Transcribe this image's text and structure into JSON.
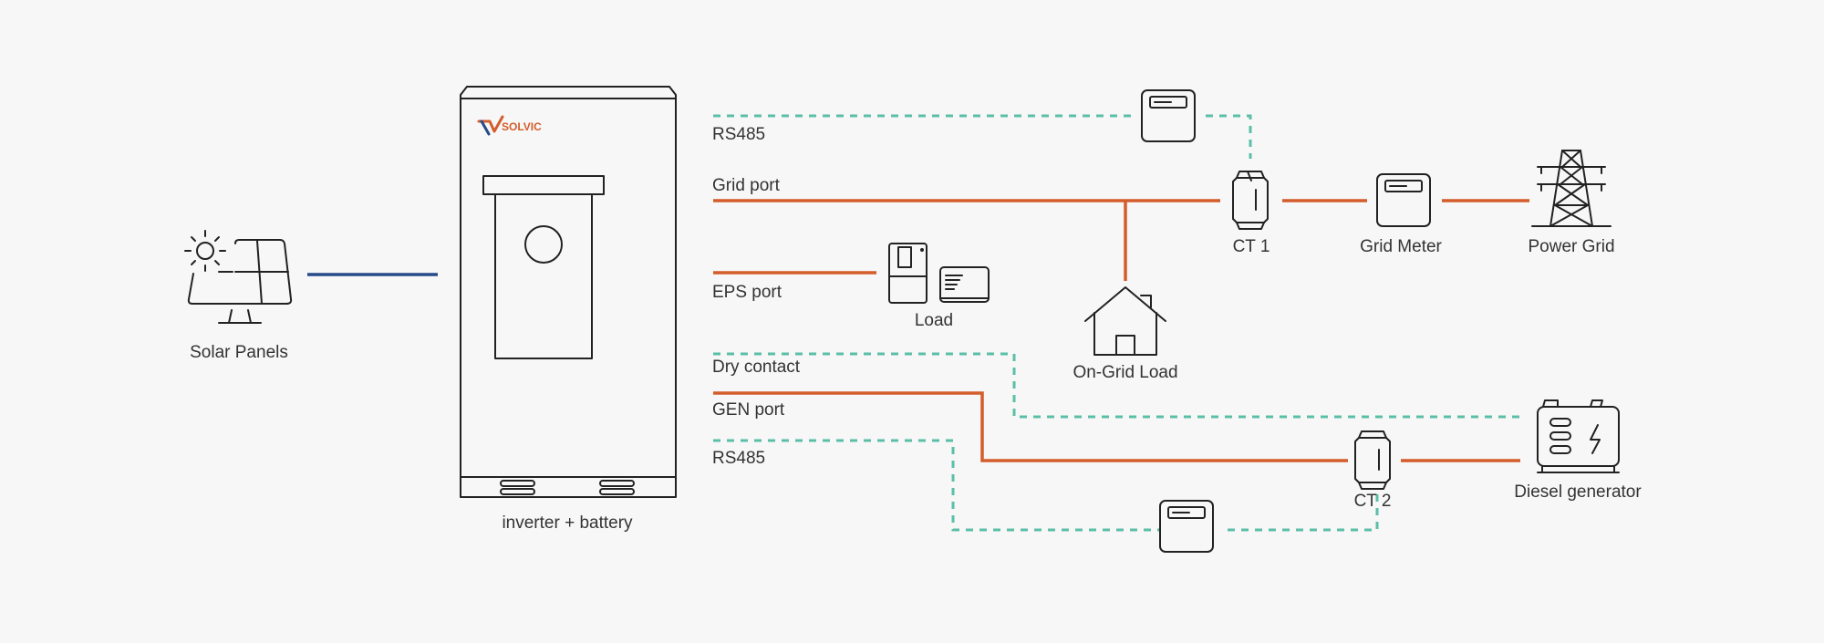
{
  "colors": {
    "background": "#f7f7f7",
    "power_line": "#d45d2c",
    "comm_line": "#5bbfa8",
    "dc_line": "#274a8a",
    "outline": "#222222",
    "brand": "#d45d2c"
  },
  "brand": {
    "logo_text": "SOLVIC"
  },
  "devices": {
    "solar": {
      "label": "Solar Panels",
      "icon": "solar-panel-icon"
    },
    "inverter": {
      "label": "inverter + battery",
      "icon": "inverter-battery-icon"
    },
    "load": {
      "label": "Load",
      "icon": "appliance-icon"
    },
    "on_grid_load": {
      "label": "On-Grid Load",
      "icon": "house-icon"
    },
    "ct1": {
      "label": "CT 1",
      "icon": "current-transformer-icon"
    },
    "grid_meter": {
      "label": "Grid Meter",
      "icon": "meter-icon"
    },
    "power_grid": {
      "label": "Power Grid",
      "icon": "transmission-tower-icon"
    },
    "ct2": {
      "label": "CT 2",
      "icon": "current-transformer-icon"
    },
    "generator": {
      "label": "Diesel generator",
      "icon": "generator-icon"
    },
    "meter_top": {
      "icon": "meter-icon"
    },
    "meter_bottom": {
      "icon": "meter-icon"
    }
  },
  "ports": {
    "rs485_top": "RS485",
    "grid_port": "Grid port",
    "eps_port": "EPS port",
    "dry_contact": "Dry contact",
    "gen_port": "GEN port",
    "rs485_bottom": "RS485"
  }
}
